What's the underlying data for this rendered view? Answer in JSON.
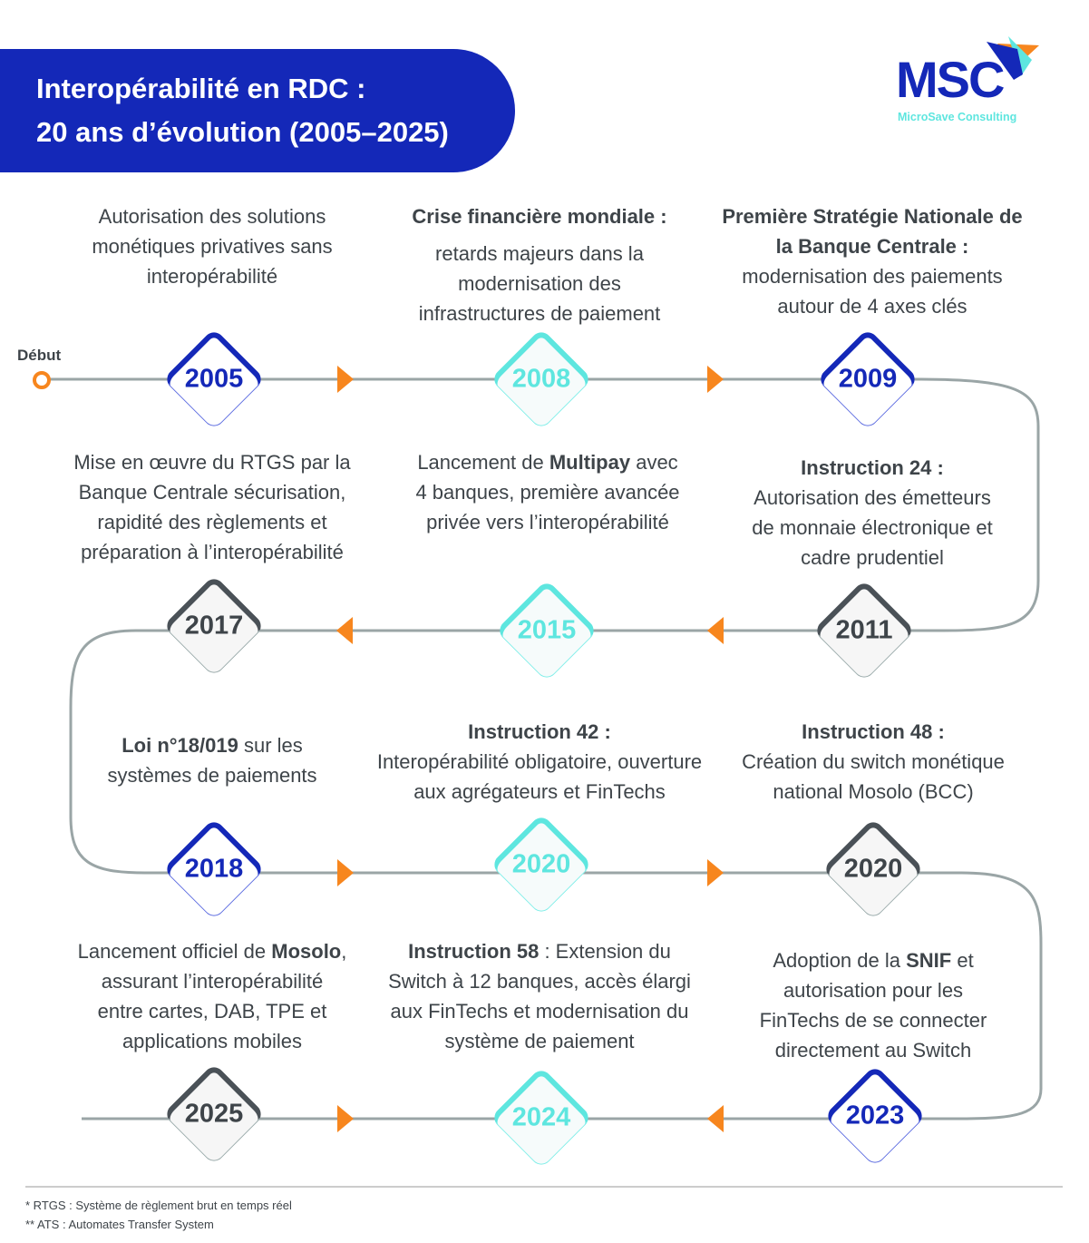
{
  "title": {
    "line1": "Interopérabilité en RDC :",
    "line2": "20 ans d’évolution (2005–2025)"
  },
  "logo": {
    "name": "MSC",
    "subtitle": "MicroSave Consulting"
  },
  "start_label": "Début",
  "colors": {
    "blue": "#1428b8",
    "cyan": "#5ee6df",
    "gray": "#4a5157",
    "orange": "#f7861e",
    "line": "#9aa5a6"
  },
  "events": [
    {
      "year": "2005",
      "parts": [
        "",
        "",
        "Autorisation des solutions\nmonétiques privatives sans\ninteropérabilité"
      ]
    },
    {
      "year": "2008",
      "parts": [
        "",
        "Crise financière mondiale :",
        "retards majeurs dans la\nmodernisation des\ninfrastructures de paiement"
      ]
    },
    {
      "year": "2009",
      "parts": [
        "",
        "Première Stratégie Nationale de\nla Banque Centrale :",
        "\nmodernisation des paiements\nautour de 4 axes clés"
      ]
    },
    {
      "year": "2011",
      "parts": [
        "",
        "Instruction 24 :",
        "\nAutorisation des émetteurs\nde monnaie électronique et\ncadre prudentiel"
      ]
    },
    {
      "year": "2015",
      "parts": [
        "Lancement de ",
        "Multipay",
        " avec\n4 banques, première avancée\nprivée vers l’interopérabilité"
      ]
    },
    {
      "year": "2017",
      "parts": [
        "Mise en œuvre du RTGS par la\nBanque Centrale  sécurisation,\nrapidité des règlements et\npréparation à l’interopérabilité",
        "",
        ""
      ]
    },
    {
      "year": "2018",
      "parts": [
        "",
        "Loi n°18/019",
        " sur les\nsystèmes de paiements"
      ]
    },
    {
      "year": "2020",
      "parts": [
        "",
        "Instruction 42 :",
        "\nInteropérabilité obligatoire, ouverture\naux agrégateurs et FinTechs"
      ]
    },
    {
      "year": "2020",
      "parts": [
        "",
        "Instruction 48 :",
        "\nCréation du switch monétique\nnational Mosolo (BCC)"
      ]
    },
    {
      "year": "2023",
      "parts": [
        "Adoption de la ",
        "SNIF",
        " et\nautorisation pour les\nFinTechs de se connecter\ndirectement au Switch"
      ]
    },
    {
      "year": "2024",
      "parts": [
        "",
        "Instruction 58",
        " : Extension du\nSwitch à 12 banques, accès élargi\naux FinTechs et modernisation du\nsystème de paiement"
      ]
    },
    {
      "year": "2025",
      "parts": [
        "Lancement officiel de ",
        "Mosolo",
        ",\nassurant l’interopérabilité\nentre cartes, DAB, TPE et\napplications mobiles"
      ]
    }
  ],
  "footnotes": [
    "* RTGS : Système de règlement brut en temps réel",
    "** ATS : Automates Transfer System"
  ]
}
